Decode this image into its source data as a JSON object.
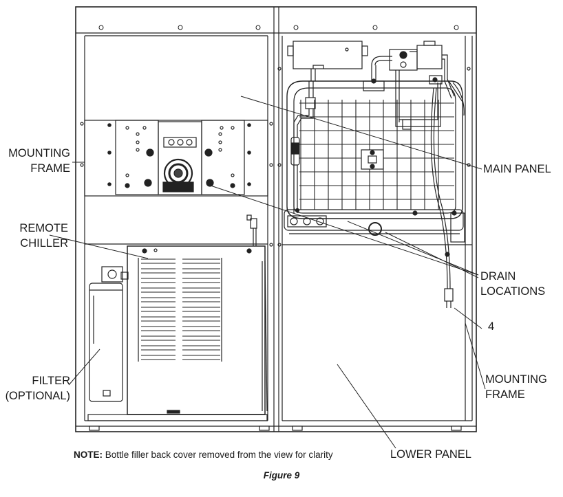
{
  "labels": {
    "mounting_frame_left": [
      "MOUNTING",
      "FRAME"
    ],
    "remote_chiller": [
      "REMOTE",
      "CHILLER"
    ],
    "filter": [
      "FILTER",
      "(OPTIONAL)"
    ],
    "main_panel": "MAIN PANEL",
    "drain_locations": [
      "DRAIN",
      "LOCATIONS"
    ],
    "callout_4": "4",
    "mounting_frame_right": [
      "MOUNTING",
      "FRAME"
    ],
    "lower_panel": "LOWER PANEL"
  },
  "note": {
    "prefix": "NOTE:",
    "text": "Bottle filler back cover removed from the view for clarity"
  },
  "caption": "Figure 9"
}
